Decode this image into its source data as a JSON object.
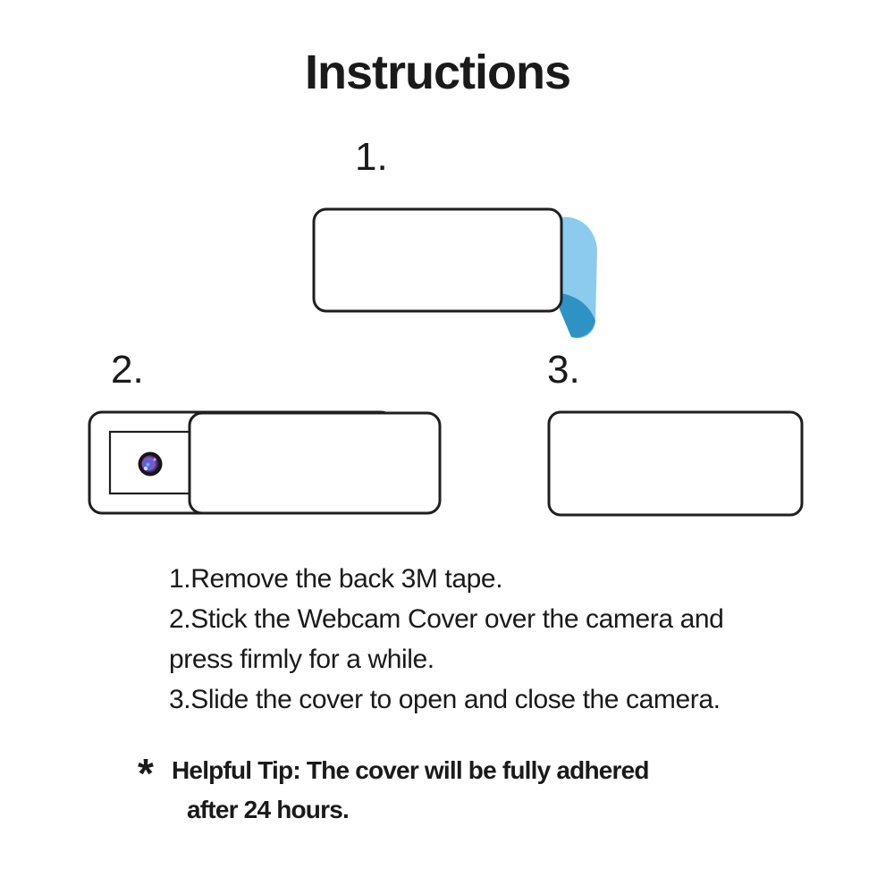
{
  "title": "Instructions",
  "steps": {
    "one": {
      "label": "1."
    },
    "two": {
      "label": "2."
    },
    "three": {
      "label": "3."
    }
  },
  "colors": {
    "outline": "#1f1f1f",
    "tape_light": "#8CCBEE",
    "tape_dark": "#2E93C4",
    "lens_blue": "#4a66d5",
    "lens_purple": "#8a55c8"
  },
  "instructions": [
    "1.Remove the back 3M tape.",
    "2.Stick the Webcam Cover over the camera and",
    "press firmly for a while.",
    "3.Slide the cover to open and close the camera."
  ],
  "tip": {
    "marker": "*",
    "line1": "Helpful Tip: The cover will be fully adhered",
    "line2": "after 24 hours."
  }
}
